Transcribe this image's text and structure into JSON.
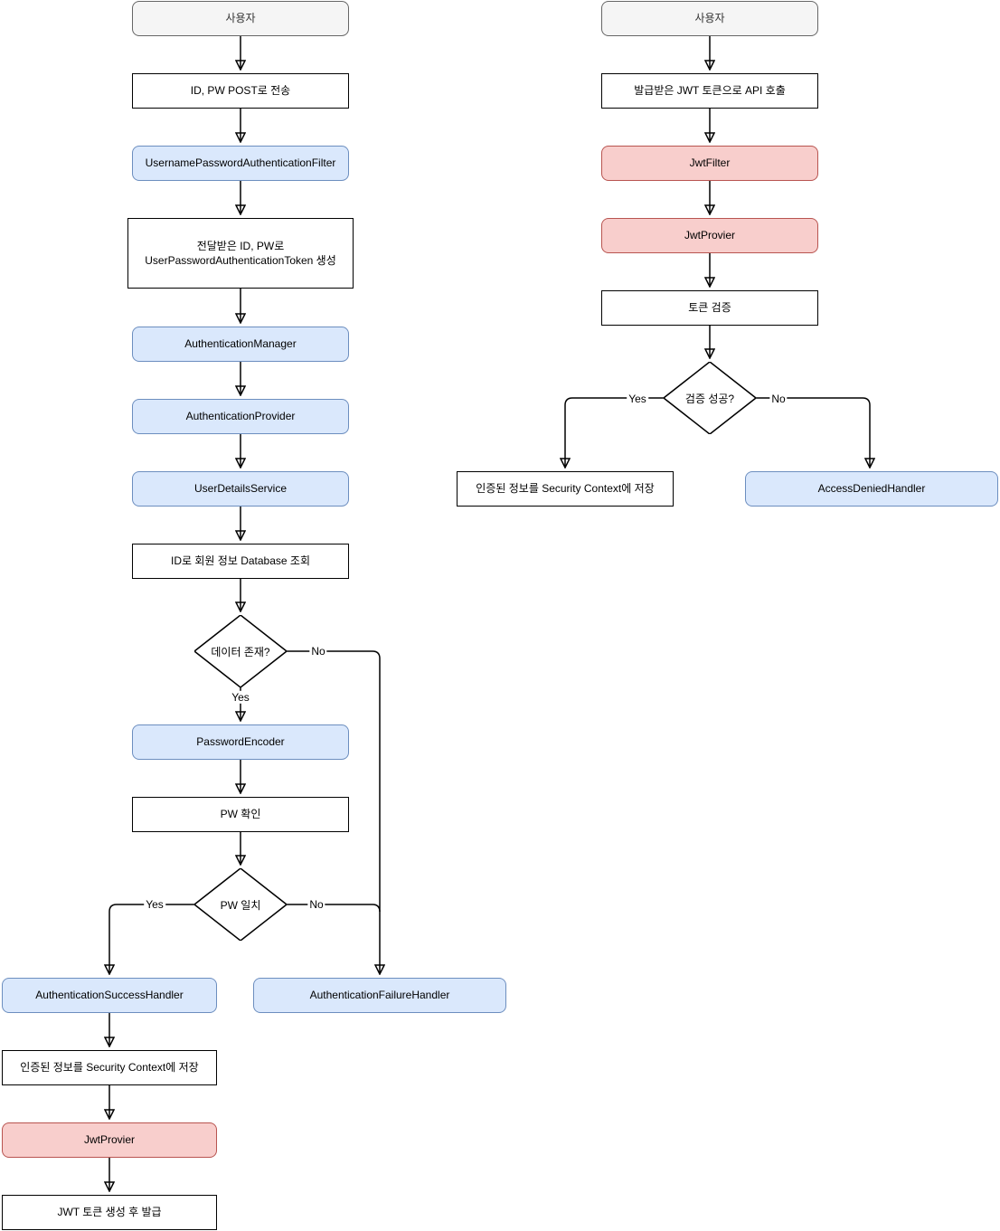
{
  "palette": {
    "process_fill": "#ffffff",
    "process_border": "#000000",
    "component_fill": "#dae8fc",
    "component_border": "#6c8ebf",
    "jwt_fill": "#f8cecc",
    "jwt_border": "#b85450",
    "actor_fill": "#f5f5f5",
    "actor_border": "#666666",
    "line_color": "#000000"
  },
  "login_flow": {
    "user": "사용자",
    "post_credentials": "ID, PW POST로 전송",
    "username_password_authentication_filter": "UsernamePasswordAuthenticationFilter",
    "create_token_line1": "전달받은 ID, PW로",
    "create_token_line2": "UserPasswordAuthenticationToken 생성",
    "authentication_manager": "AuthenticationManager",
    "authentication_provider": "AuthenticationProvider",
    "user_details_service": "UserDetailsService",
    "db_lookup": "ID로 회원 정보 Database 조회",
    "data_exists_decision": "데이터 존재?",
    "data_exists_yes": "Yes",
    "data_exists_no": "No",
    "password_encoder": "PasswordEncoder",
    "pw_check": "PW 확인",
    "pw_match_decision": "PW 일치",
    "pw_match_yes": "Yes",
    "pw_match_no": "No",
    "authentication_success_handler": "AuthenticationSuccessHandler",
    "authentication_failure_handler": "AuthenticationFailureHandler",
    "save_security_context": "인증된 정보를 Security Context에 저장",
    "jwt_provider": "JwtProvier",
    "issue_token": "JWT 토큰 생성 후 발급"
  },
  "api_flow": {
    "user": "사용자",
    "api_call": "발급받은 JWT 토큰으로 API 호출",
    "jwt_filter": "JwtFilter",
    "jwt_provider": "JwtProvier",
    "verify_token": "토큰 검증",
    "verify_success_decision": "검증 성공?",
    "verify_yes": "Yes",
    "verify_no": "No",
    "save_security_context": "인증된 정보를 Security Context에 저장",
    "access_denied_handler": "AccessDeniedHandler"
  }
}
